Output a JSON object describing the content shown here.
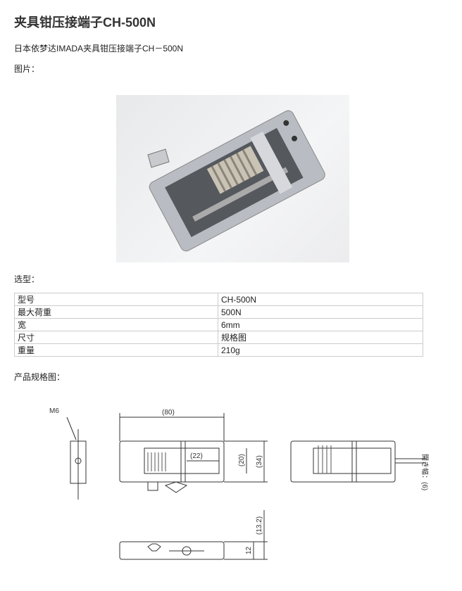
{
  "title": "夹具钳压接端子CH-500N",
  "subtitle": "日本依梦达IMADA夹具钳压接端子CH－500N",
  "image_heading": "图片：",
  "selection_heading": "选型：",
  "spec_table": [
    {
      "label": "型号",
      "value": "CH-500N"
    },
    {
      "label": "最大荷重",
      "value": "500N"
    },
    {
      "label": "宽",
      "value": "6mm"
    },
    {
      "label": "尺寸",
      "value": "规格图"
    },
    {
      "label": "重量",
      "value": "210g"
    }
  ],
  "drawing_heading": "产品规格图：",
  "drawing_labels": {
    "thread": "M6",
    "length": "(80)",
    "inner": "(22)",
    "h20": "(20)",
    "h34": "(34)",
    "h132": "(13.2)",
    "t12": "12",
    "opening": "開き幅：(6)"
  }
}
